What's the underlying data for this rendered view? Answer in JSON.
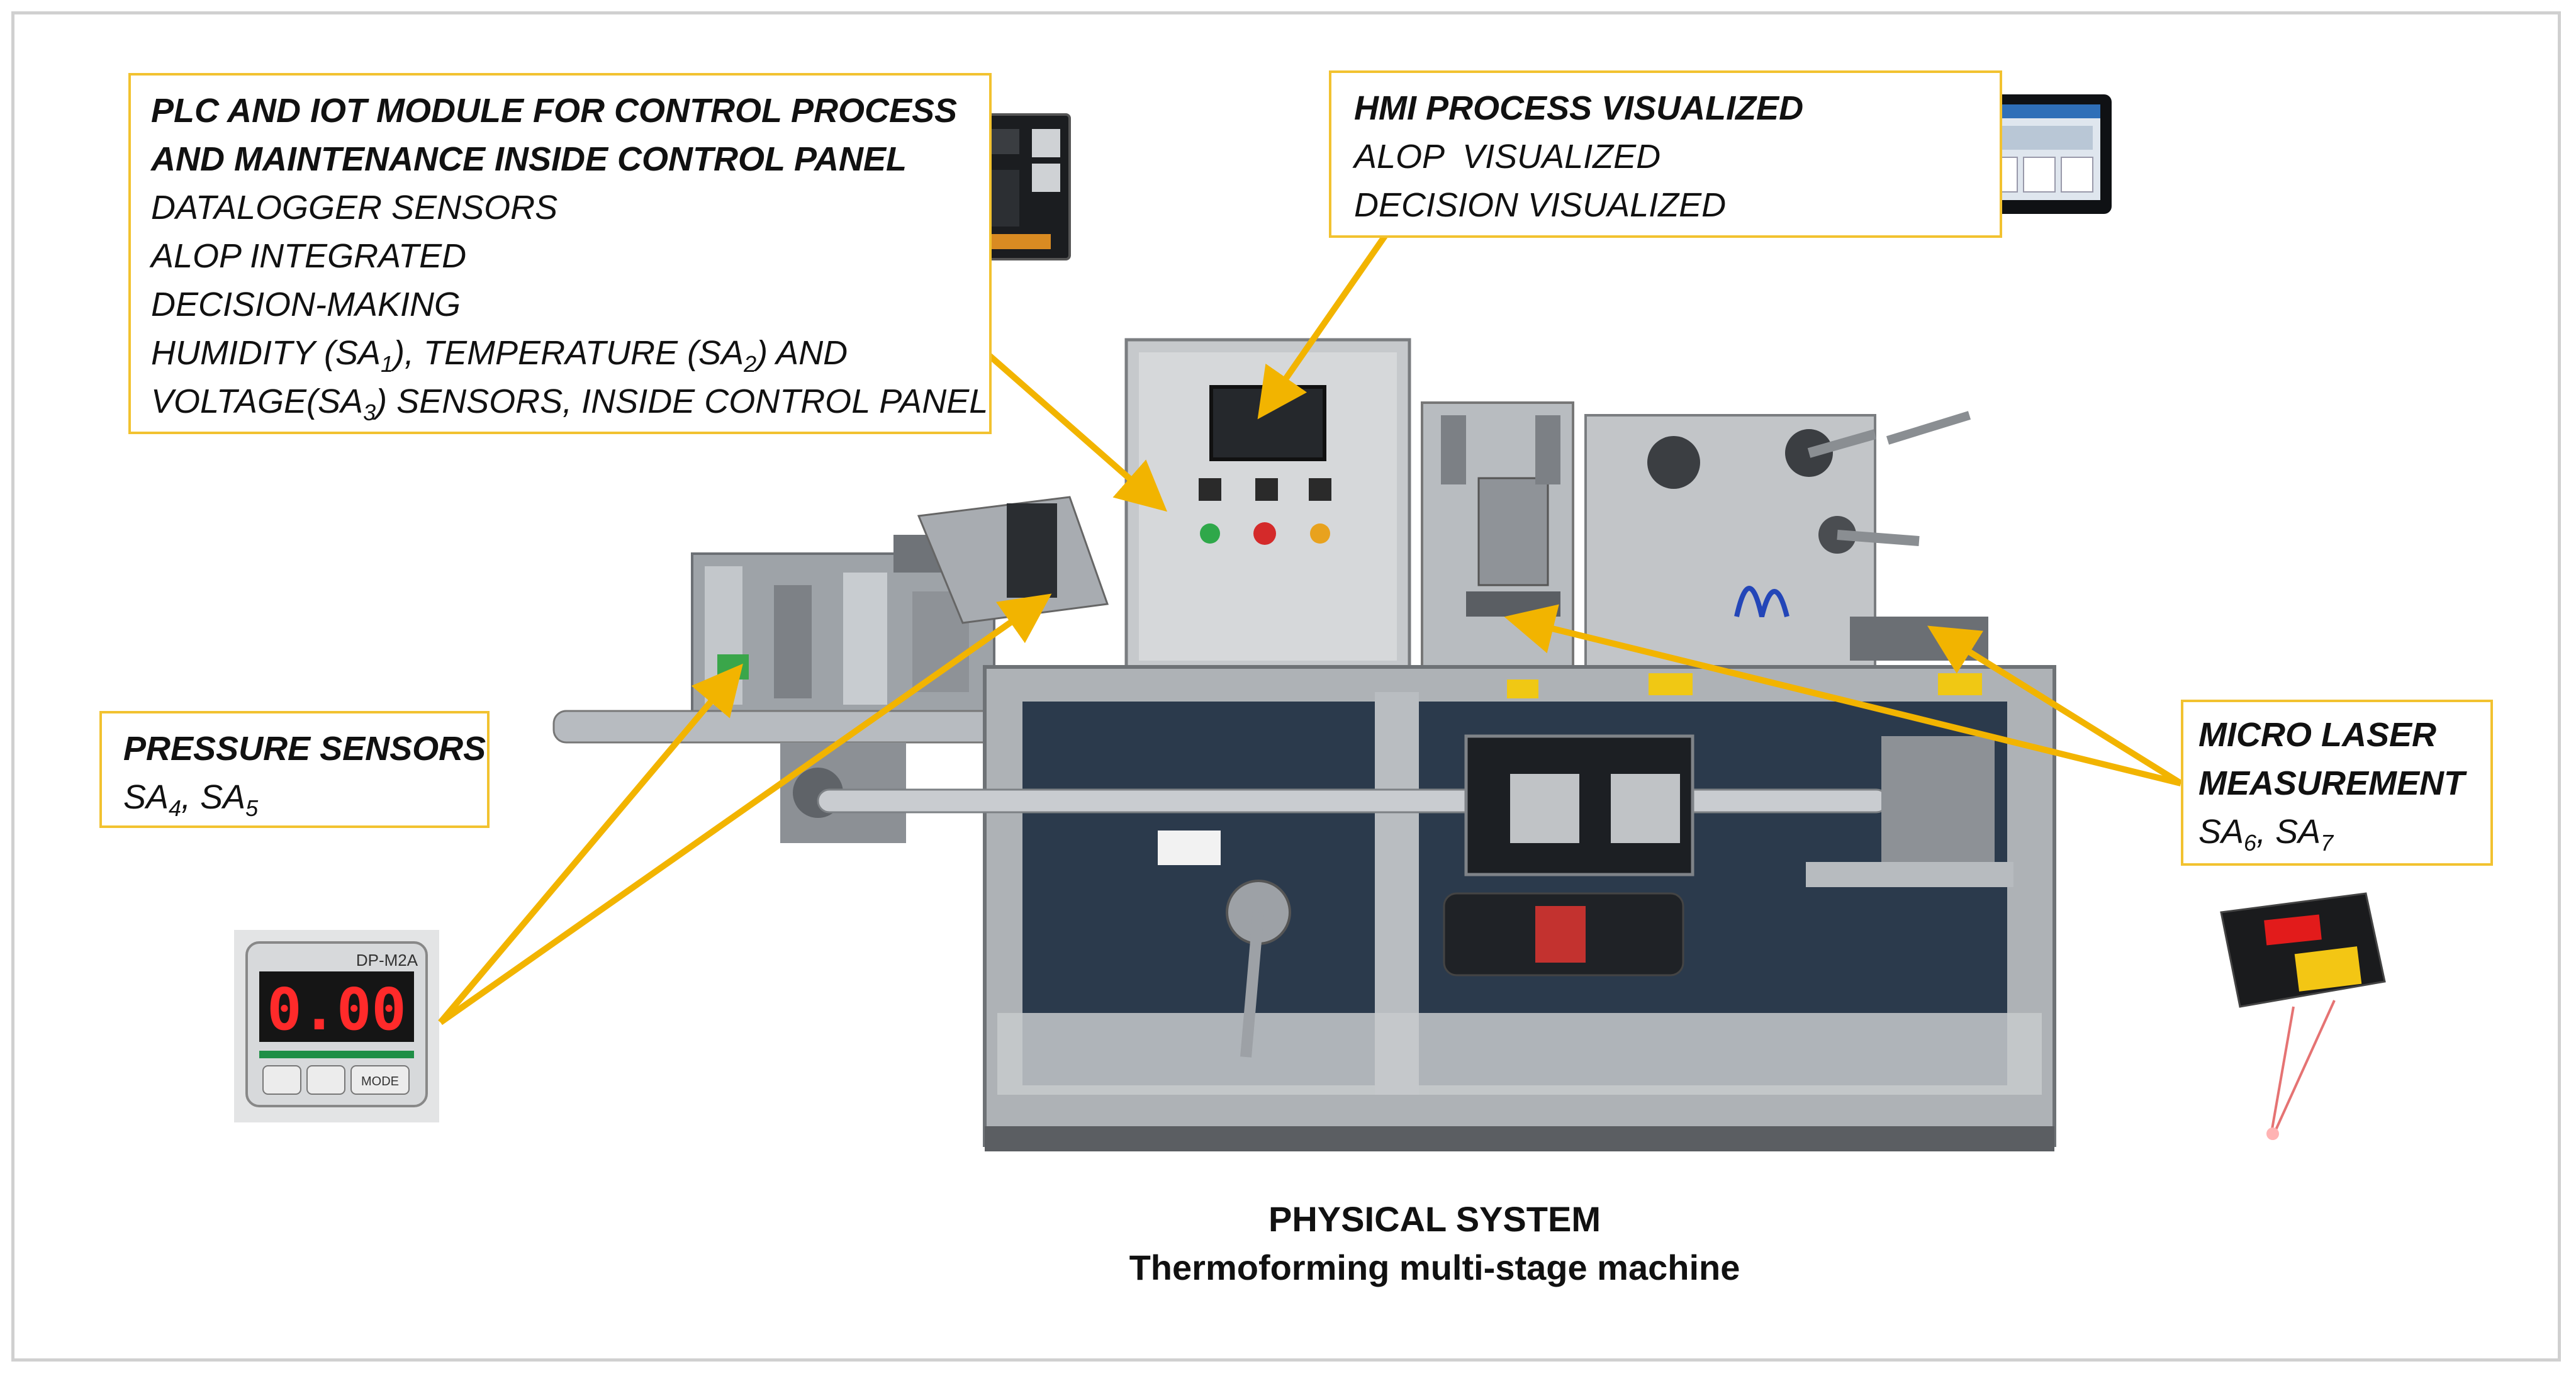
{
  "colors": {
    "callout_border": "#f2c230",
    "arrow": "#f2b400",
    "frame": "#d0d0d0"
  },
  "callouts": {
    "plc": {
      "title_1": "PLC AND IOT MODULE FOR CONTROL PROCESS",
      "title_2": "AND MAINTENANCE INSIDE CONTROL PANEL",
      "line_1": "DATALOGGER SENSORS",
      "line_2": "ALOP INTEGRATED",
      "line_3": "DECISION-MAKING",
      "line_4_a": "HUMIDITY (SA",
      "line_4_sub1": "1",
      "line_4_b": "), TEMPERATURE (SA",
      "line_4_sub2": "2",
      "line_4_c": ") AND",
      "line_5_a": "VOLTAGE(SA",
      "line_5_sub": "3",
      "line_5_b": ") SENSORS, INSIDE CONTROL PANEL"
    },
    "hmi": {
      "title": "HMI PROCESS VISUALIZED",
      "line_1": "ALOP  VISUALIZED",
      "line_2": "DECISION VISUALIZED"
    },
    "pressure": {
      "title": "PRESSURE SENSORS",
      "v1": "SA",
      "v1_sub": "4",
      "sep": ", SA",
      "v2_sub": "5"
    },
    "laser": {
      "title_1": "MICRO LASER",
      "title_2": "MEASUREMENT",
      "v1": "SA",
      "v1_sub": "6",
      "sep": ", SA",
      "v2_sub": "7"
    }
  },
  "devices": {
    "pressure_model": "DP-M2A",
    "pressure_value": "0.00",
    "pressure_mode": "MODE"
  },
  "caption": {
    "line_1": "PHYSICAL SYSTEM",
    "line_2": "Thermoforming multi-stage machine"
  }
}
